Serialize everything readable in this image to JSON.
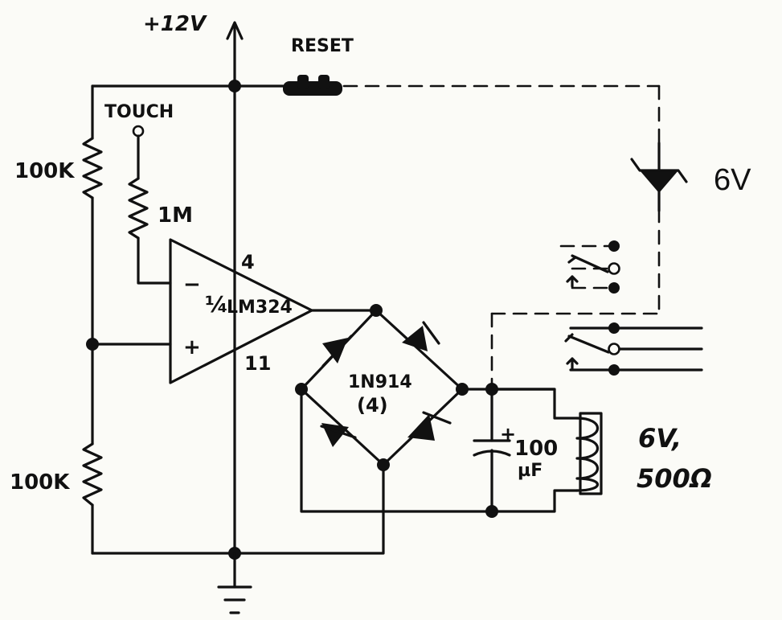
{
  "labels": {
    "supply": "+12V",
    "reset": "RESET",
    "touch": "TOUCH",
    "r_top": "100K",
    "r_touch": "1M",
    "r_bottom": "100K",
    "opamp_fraction": "¼",
    "opamp_name": "LM324",
    "opamp_minus": "−",
    "opamp_plus": "+",
    "pin_4": "4",
    "pin_11": "11",
    "diode_part": "1N914",
    "diode_count": "(4)",
    "zener_voltage": "6V",
    "cap_plus": "+",
    "cap_value": "100",
    "cap_unit": "µF",
    "relay_voltage": "6V,",
    "relay_resistance": "500Ω"
  }
}
